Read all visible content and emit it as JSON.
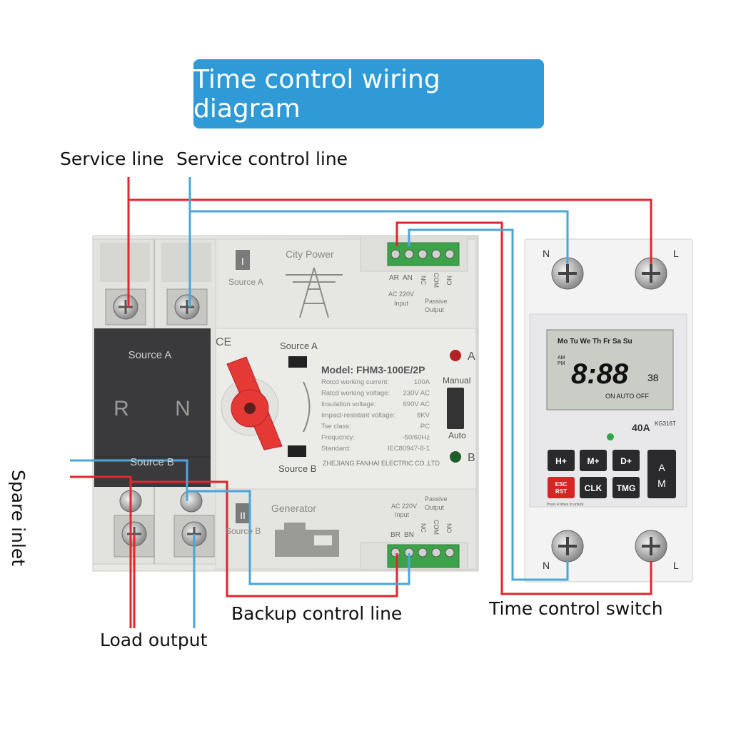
{
  "title": "Time control wiring diagram",
  "labels": {
    "service_line": "Service line",
    "service_control_line": "Service control line",
    "spare_inlet": "Spare inlet",
    "backup_control_line": "Backup control line",
    "load_output": "Load output",
    "time_control_switch": "Time control switch"
  },
  "ats": {
    "source_a_label": "Source A",
    "source_b_label": "Source B",
    "r": "R",
    "n": "N",
    "city_power": "City Power",
    "source_a_small": "Source A",
    "generator": "Generator",
    "source_b_small": "Source B",
    "ce": "CE",
    "roman_1": "I",
    "roman_2": "II",
    "switch_source_a": "Source A",
    "switch_source_b": "Source B",
    "model": "Model:  FHM3-100E/2P",
    "specs": [
      {
        "k": "Rotcd working current:",
        "v": "100A"
      },
      {
        "k": "Ratcd working voltage:",
        "v": "230V AC"
      },
      {
        "k": "Insulation voltage:",
        "v": "690V AC"
      },
      {
        "k": "Impact-resistant voltage:",
        "v": "8KV"
      },
      {
        "k": "Tse class:",
        "v": "PC"
      },
      {
        "k": "Frequcncy:",
        "v": "-50/60Hz"
      },
      {
        "k": "Standard:",
        "v": "IEC80947-8-1"
      }
    ],
    "maker": "ZHEJIANG FANHAI ELECTRIC CO.,LTD",
    "manual": "Manual",
    "auto": "Auto",
    "led_a": "A",
    "led_b": "B",
    "top_terms": {
      "ar": "AR",
      "an": "AN",
      "nc": "NC",
      "com": "COM",
      "no": "NO",
      "input": "AC 220V\nInput",
      "output": "Passive\nOutput"
    },
    "bottom_terms": {
      "br": "BR",
      "bn": "BN",
      "nc": "NC",
      "com": "COM",
      "no": "NO",
      "input": "AC 220V\nInput",
      "output": "Passive\nOutput"
    }
  },
  "timer": {
    "n_top": "N",
    "l_top": "L",
    "n_bottom": "N",
    "l_bottom": "L",
    "days": "Mo Tu We Th Fr Sa Su",
    "am": "AM",
    "pm": "PM",
    "time": "8:88",
    "seconds": "38",
    "modes": "ON   AUTO   OFF",
    "rating": "40A",
    "model": "KG316T",
    "buttons": [
      "H+",
      "M+",
      "D+",
      "ESC\nRST",
      "CLK",
      "TMG"
    ],
    "am_button": "A\nM",
    "note": "Press 4 times to unlock"
  },
  "colors": {
    "line_red": "#e0262e",
    "line_blue": "#4aa6d9",
    "title_bg": "#2f9ad6"
  }
}
